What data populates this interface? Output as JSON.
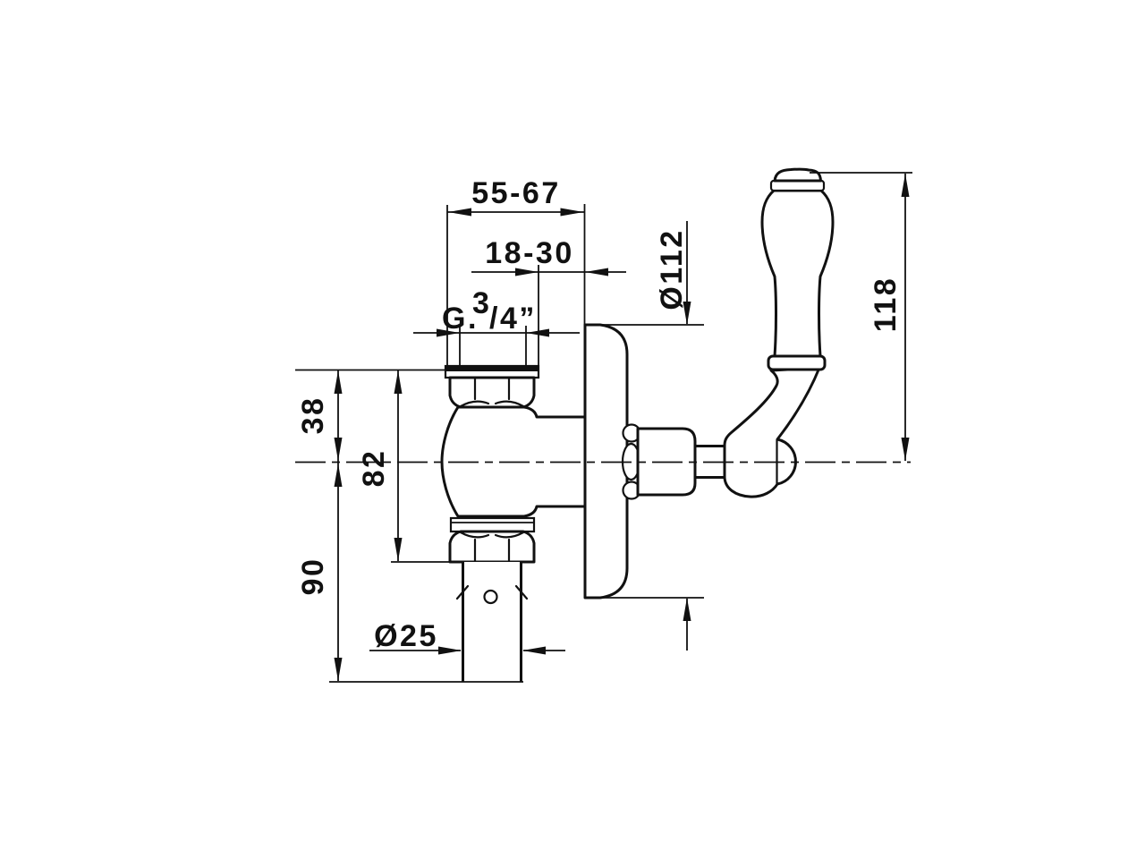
{
  "page": {
    "background": "#ffffff",
    "line_color": "#111111"
  },
  "drawing": {
    "kind": "technical-dimension-drawing",
    "subject": "concealed flush valve with porcelain lever handle, side elevation",
    "dimensions": {
      "wall_depth_range": "55-67",
      "finished_wall_range": "18-30",
      "thread_prefix": "G.",
      "thread_sup": "3",
      "thread_rest": "/4”",
      "flange_diameter": "Ø112",
      "handle_height": "118",
      "inlet_to_centerline": "38",
      "inlet_to_outlet_nut": "82",
      "centerline_to_outlet_end": "90",
      "outlet_pipe_diameter": "Ø25"
    }
  }
}
